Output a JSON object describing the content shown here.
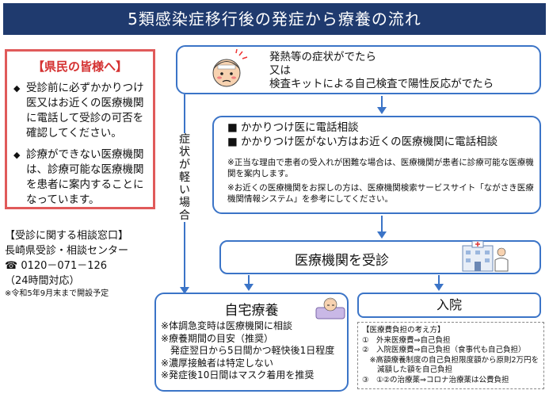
{
  "title": "5類感染症移行後の発症から療養の流れ",
  "prefecture_box": {
    "heading": "【県民の皆様へ】",
    "items": [
      "受診前に必ずかかりつけ医又はお近くの医療機関に電話して受診の可否を確認してください。",
      "診療ができない医療機関は、診療可能な医療機関を患者に案内することになっています。"
    ]
  },
  "consult": {
    "heading": "【受診に関する相談窓口】",
    "name": "長崎県受診・相談センター",
    "phone": "☎ 0120－071－126",
    "hours": "（24時間対応）",
    "note": "※令和5年9月末まで開設予定"
  },
  "symptom": {
    "line1": "発熱等の症状がでたら",
    "line2": "又は",
    "line3": "検査キットによる自己検査で陽性反応がでたら"
  },
  "vertical_label": "症状が軽い場合",
  "call": {
    "line1": "■ かかりつけ医に電話相談",
    "line2": "■ かかりつけ医がない方はお近くの医療機関に電話相談",
    "note1": "※正当な理由で患者の受入れが困難な場合は、医療機関が患者に診療可能な医療機関を案内します。",
    "note2": "※お近くの医療機関をお探しの方は、医療機関検索サービスサイト「ながさき医療機関情報システム」を参考にしてください。"
  },
  "medical": {
    "label": "医療機関を受診"
  },
  "home": {
    "title": "自宅療養",
    "lines": [
      "※体調急変時は医療機関に相談",
      "※療養期間の目安（推奨）",
      "　発症翌日から5日間かつ軽快後1日程度",
      "※濃厚接触者は特定しない",
      "※発症後10日間はマスク着用を推奨"
    ]
  },
  "hospital": {
    "label": "入院"
  },
  "cost": {
    "heading": "【医療費負担の考え方】",
    "lines": [
      "①　外来医療費⇒自己負担",
      "②　入院医療費⇒自己負担（食事代も自己負担）",
      "　※高額療養制度の自己負担限度額から原則2万円を",
      "　　減額した額を自己負担",
      "③　①②の治療薬⇒コロナ治療薬は公費負担"
    ]
  },
  "colors": {
    "title_bg": "#1f3a6e",
    "border_blue": "#3b74c7",
    "border_red": "#e05a5a",
    "heading_red": "#d43030"
  }
}
